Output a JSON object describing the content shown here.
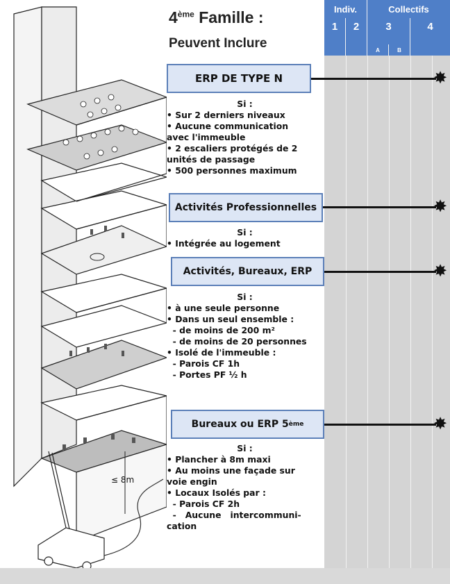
{
  "title": {
    "line1": "4",
    "line1_sup": "ème",
    "line1_rest": " Famille :",
    "line2": "Peuvent Inclure"
  },
  "columns": {
    "indiv": "Indiv.",
    "collectifs": "Collectifs",
    "numbers": [
      "1",
      "2",
      "3",
      "4"
    ],
    "sub": [
      "A",
      "B"
    ]
  },
  "sections": [
    {
      "box": "ERP DE TYPE N",
      "si": "Si :",
      "lines": [
        "• Sur 2 derniers niveaux",
        "• Aucune communication",
        "avec l'immeuble",
        "• 2 escaliers protégés de 2",
        "unités de passage",
        "• 500 personnes maximum"
      ]
    },
    {
      "box": "Activités Professionnelles",
      "si": "Si :",
      "lines": [
        "• Intégrée au logement"
      ]
    },
    {
      "box": "Activités, Bureaux, ERP",
      "si": "Si :",
      "lines": [
        "• à une seule personne",
        "•  Dans un seul ensemble :",
        "  - de moins de 200 m²",
        "  - de moins de 20 personnes",
        "• Isolé de l'immeuble :",
        "  - Parois CF 1h",
        "  - Portes PF ½ h"
      ]
    },
    {
      "box": "Bureaux ou ERP 5",
      "box_sup": "ème",
      "si": "Si :",
      "lines": [
        "• Plancher à 8m maxi",
        "•  Au moins une façade sur",
        "voie engin",
        "• Locaux Isolés par :",
        "  - Parois CF 2h",
        "  -   Aucune   intercommuni-",
        "cation"
      ]
    }
  ],
  "illustration": {
    "height_label": "≤ 8m"
  },
  "marker_symbol": "✸",
  "colors": {
    "header_blue": "#4f7fc8",
    "box_fill": "#dde6f5",
    "box_border": "#5b7fb8",
    "grid_gray": "#d4d4d4"
  }
}
